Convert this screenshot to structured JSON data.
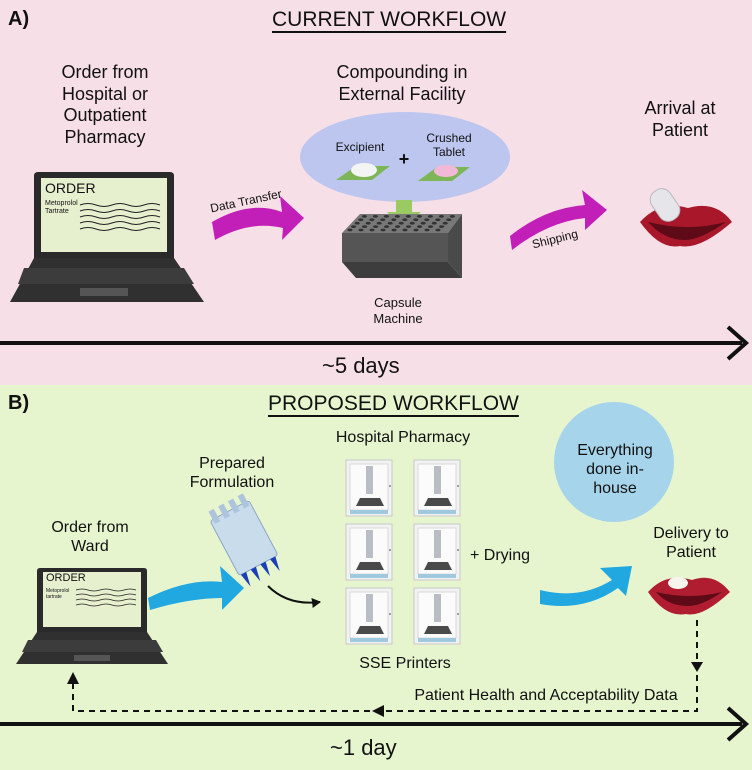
{
  "panel_a": {
    "letter": "A)",
    "heading": "CURRENT WORKFLOW",
    "order_label": "Order from Hospital or Outpatient Pharmacy",
    "screen_title": "ORDER",
    "screen_drug": "Metoprolol Tartrate",
    "compounding_label": "Compounding in External Facility",
    "excipient_label": "Excipient",
    "plus": "+",
    "crushed_label": "Crushed Tablet",
    "capsule_label": "Capsule Machine",
    "data_transfer_label": "Data Transfer",
    "shipping_label": "Shipping",
    "arrival_label": "Arrival at Patient",
    "duration": "~5 days",
    "colors": {
      "background": "#f7dfe8",
      "arrow": "#c21fb8",
      "bubble": "#bcc6ef"
    }
  },
  "panel_b": {
    "letter": "B)",
    "heading": "PROPOSED WORKFLOW",
    "order_label": "Order from Ward",
    "screen_title": "ORDER",
    "screen_drug": "Metoprolol tartrate",
    "prepared_label": "Prepared Formulation",
    "pharmacy_label": "Hospital Pharmacy",
    "drying_label": "+ Drying",
    "printers_label": "SSE Printers",
    "inhouse_label": "Everything done in-house",
    "delivery_label": "Delivery to Patient",
    "feedback_label": "Patient Health and Acceptability Data",
    "duration": "~1 day",
    "colors": {
      "background": "#e7f5cf",
      "arrow": "#22a8e0",
      "bubble": "#a6d4ea"
    }
  }
}
